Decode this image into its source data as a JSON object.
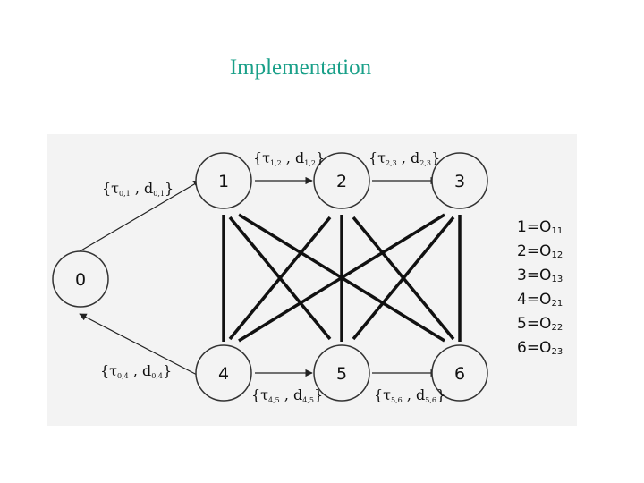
{
  "title": "Implementation",
  "nodes": [
    {
      "id": "0",
      "label": "0"
    },
    {
      "id": "1",
      "label": "1"
    },
    {
      "id": "2",
      "label": "2"
    },
    {
      "id": "3",
      "label": "3"
    },
    {
      "id": "4",
      "label": "4"
    },
    {
      "id": "5",
      "label": "5"
    },
    {
      "id": "6",
      "label": "6"
    }
  ],
  "edge_labels": {
    "e01": {
      "tau": "0,1",
      "d": "0,1"
    },
    "e04": {
      "tau": "0,4",
      "d": "0,4"
    },
    "e12": {
      "tau": "1,2",
      "d": "1,2"
    },
    "e23": {
      "tau": "2,3",
      "d": "2,3"
    },
    "e45": {
      "tau": "4,5",
      "d": "4,5"
    },
    "e56": {
      "tau": "5,6",
      "d": "5,6"
    }
  },
  "legend": [
    {
      "lhs": "1=O",
      "sub": "11"
    },
    {
      "lhs": "2=O",
      "sub": "12"
    },
    {
      "lhs": "3=O",
      "sub": "13"
    },
    {
      "lhs": "4=O",
      "sub": "21"
    },
    {
      "lhs": "5=O",
      "sub": "22"
    },
    {
      "lhs": "6=O",
      "sub": "23"
    }
  ]
}
